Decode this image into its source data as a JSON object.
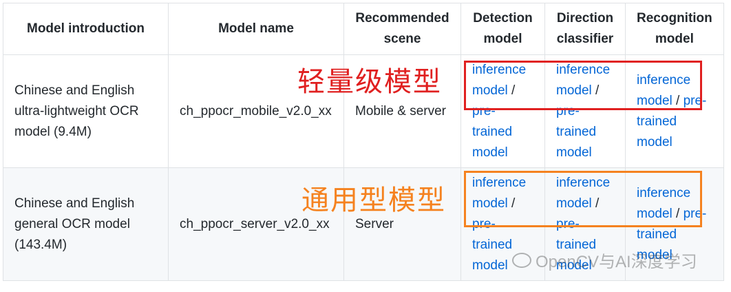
{
  "headers": [
    "Model introduction",
    "Model name",
    "Recommended scene",
    "Detection model",
    "Direction classifier",
    "Recognition model"
  ],
  "rows": [
    {
      "intro": "Chinese and English ultra-lightweight OCR model (9.4M)",
      "name": "ch_ppocr_mobile_v2.0_xx",
      "scene": "Mobile & server",
      "detection": {
        "link1": "inference model",
        "sep": " / ",
        "link2": "pre-trained model"
      },
      "classifier": {
        "link1": "inference model",
        "sep": " / ",
        "link2": "pre-trained model"
      },
      "recognition": {
        "link1": "inference model",
        "sep": " / ",
        "link2": "pre-trained model"
      }
    },
    {
      "intro": "Chinese and English general OCR model (143.4M)",
      "name": "ch_ppocr_server_v2.0_xx",
      "scene": "Server",
      "detection": {
        "link1": "inference model",
        "sep": " / ",
        "link2": "pre-trained model"
      },
      "classifier": {
        "link1": "inference model",
        "sep": " / ",
        "link2": "pre-trained model"
      },
      "recognition": {
        "link1": "inference model",
        "sep": " / ",
        "link2": "pre-trained model"
      }
    }
  ],
  "annotations": {
    "lightweight_label": "轻量级模型",
    "general_label": "通用型模型",
    "lightweight_color": "#e02020",
    "general_color": "#f5821f"
  },
  "watermark": {
    "text": "OpenCV与AI深度学习",
    "icon": "wechat-icon"
  },
  "colors": {
    "link": "#0366d6",
    "border": "#dfe2e5",
    "stripe": "#f6f8fa"
  }
}
